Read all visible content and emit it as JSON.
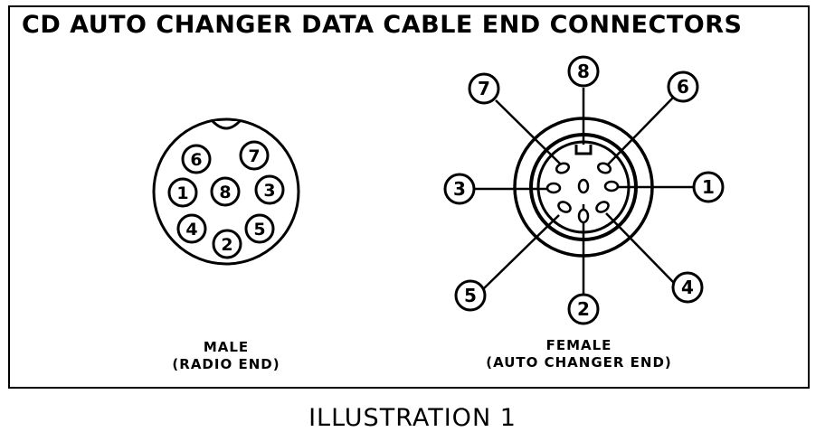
{
  "title": "CD AUTO CHANGER DATA CABLE END CONNECTORS",
  "male": {
    "caption_line1": "MALE",
    "caption_line2": "(RADIO END)",
    "pins": {
      "p1": "1",
      "p2": "2",
      "p3": "3",
      "p4": "4",
      "p5": "5",
      "p6": "6",
      "p7": "7",
      "p8": "8"
    }
  },
  "female": {
    "caption_line1": "FEMALE",
    "caption_line2": "(AUTO CHANGER END)",
    "pins": {
      "p1": "1",
      "p2": "2",
      "p3": "3",
      "p4": "4",
      "p5": "5",
      "p6": "6",
      "p7": "7",
      "p8": "8"
    }
  },
  "footer": "ILLUSTRATION 1"
}
